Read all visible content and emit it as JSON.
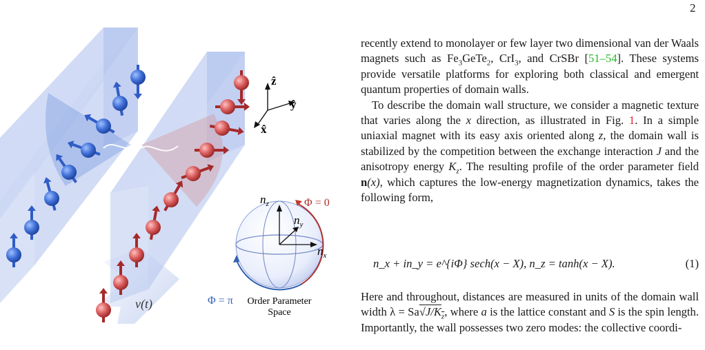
{
  "page": {
    "number": "2"
  },
  "figure": {
    "labels": {
      "z_axis": "ẑ",
      "y_axis": "ŷ",
      "x_axis": "x̂",
      "velocity": "v(t)",
      "n_z": "n",
      "n_z_sub": "z",
      "n_y": "n",
      "n_y_sub": "y",
      "n_x": "n",
      "n_x_sub": "x",
      "phi_zero": "Φ = 0",
      "phi_pi": "Φ = π",
      "sphere_caption_line1": "Order Parameter",
      "sphere_caption_line2": "Space"
    },
    "colors": {
      "blue_spin": "#3f6fd6",
      "red_spin": "#d34a4a",
      "panel": "#c9d5f3",
      "phi_zero": "#b03030",
      "phi_pi": "#3060b0"
    }
  },
  "text": {
    "p1": "recently extend to monolayer or few layer two dimensional van der Waals magnets such as Fe",
    "p1_sub1": "3",
    "p1_mid1": "GeTe",
    "p1_sub2": "2",
    "p1_mid2": ", CrI",
    "p1_sub3": "3",
    "p1_mid3": ", and CrSBr [",
    "p1_cite": "51–54",
    "p1_end": "]. These systems provide versatile platforms for exploring both classical and emergent quantum properties of domain walls.",
    "p2_a": "To describe the domain wall structure, we consider a magnetic texture that varies along the ",
    "p2_x": "x",
    "p2_b": " direction, as illustrated in Fig. ",
    "p2_fig": "1",
    "p2_c": ". In a simple uniaxial magnet with its easy axis oriented along ",
    "p2_z": "z",
    "p2_d": ", the domain wall is stabilized by the competition between the exchange interaction ",
    "p2_J": "J",
    "p2_e": " and the anisotropy energy ",
    "p2_K": "K",
    "p2_Ksub": "z",
    "p2_f": ". The resulting profile of the order parameter field ",
    "p2_n": "n",
    "p2_nx": "(x)",
    "p2_g": ", which captures the low-energy magnetization dynamics, takes the following form,",
    "equation": "n_x + in_y = e^{iΦ} sech(x − X),   n_z = tanh(x − X).",
    "equation_number": "(1)",
    "p3_a": "Here and throughout, distances are measured in units of the domain wall width λ = Sa",
    "p3_sqrt": "J/K",
    "p3_sqrt_sub": "z",
    "p3_b": ", where ",
    "p3_a_var": "a",
    "p3_c": " is the lattice constant and ",
    "p3_S": "S",
    "p3_d": " is the spin length. Importantly, the wall possesses two zero modes: the collective coordi-"
  }
}
